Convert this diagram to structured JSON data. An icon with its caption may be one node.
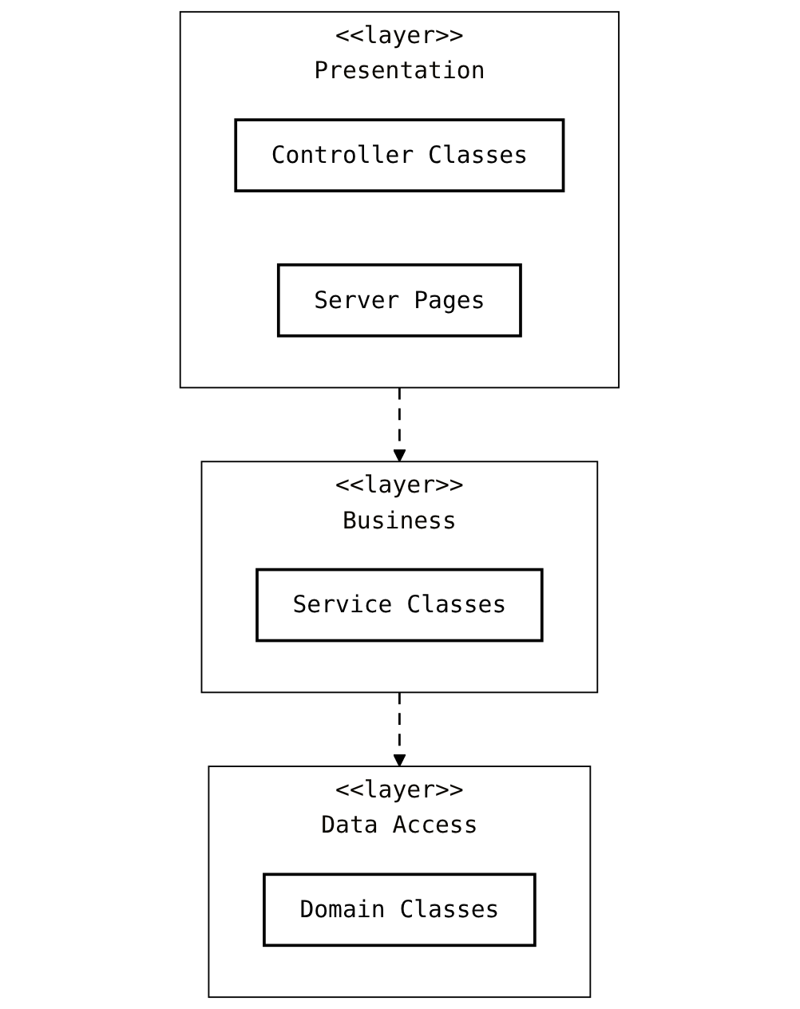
{
  "diagram": {
    "nodes": [
      {
        "text": [
          "<<layer>>",
          "Presentation"
        ]
      },
      {
        "text": [
          "Controller Classes"
        ],
        "in": 0
      },
      {
        "text": [
          "Server Pages"
        ],
        "in": 0
      },
      {
        "text": [
          "<<layer>>",
          "Business"
        ]
      },
      {
        "text": [
          "Service Classes"
        ],
        "in": 3
      },
      {
        "text": [
          "<<layer>>",
          "Data Access"
        ]
      },
      {
        "text": [
          "Domain Classes"
        ],
        "in": 5
      }
    ],
    "edges": [
      {
        "from": 0,
        "to": 3,
        "arrow": "to",
        "style": "dashed"
      },
      {
        "from": 3,
        "to": 5,
        "arrow": "to",
        "style": "dashed"
      }
    ]
  }
}
